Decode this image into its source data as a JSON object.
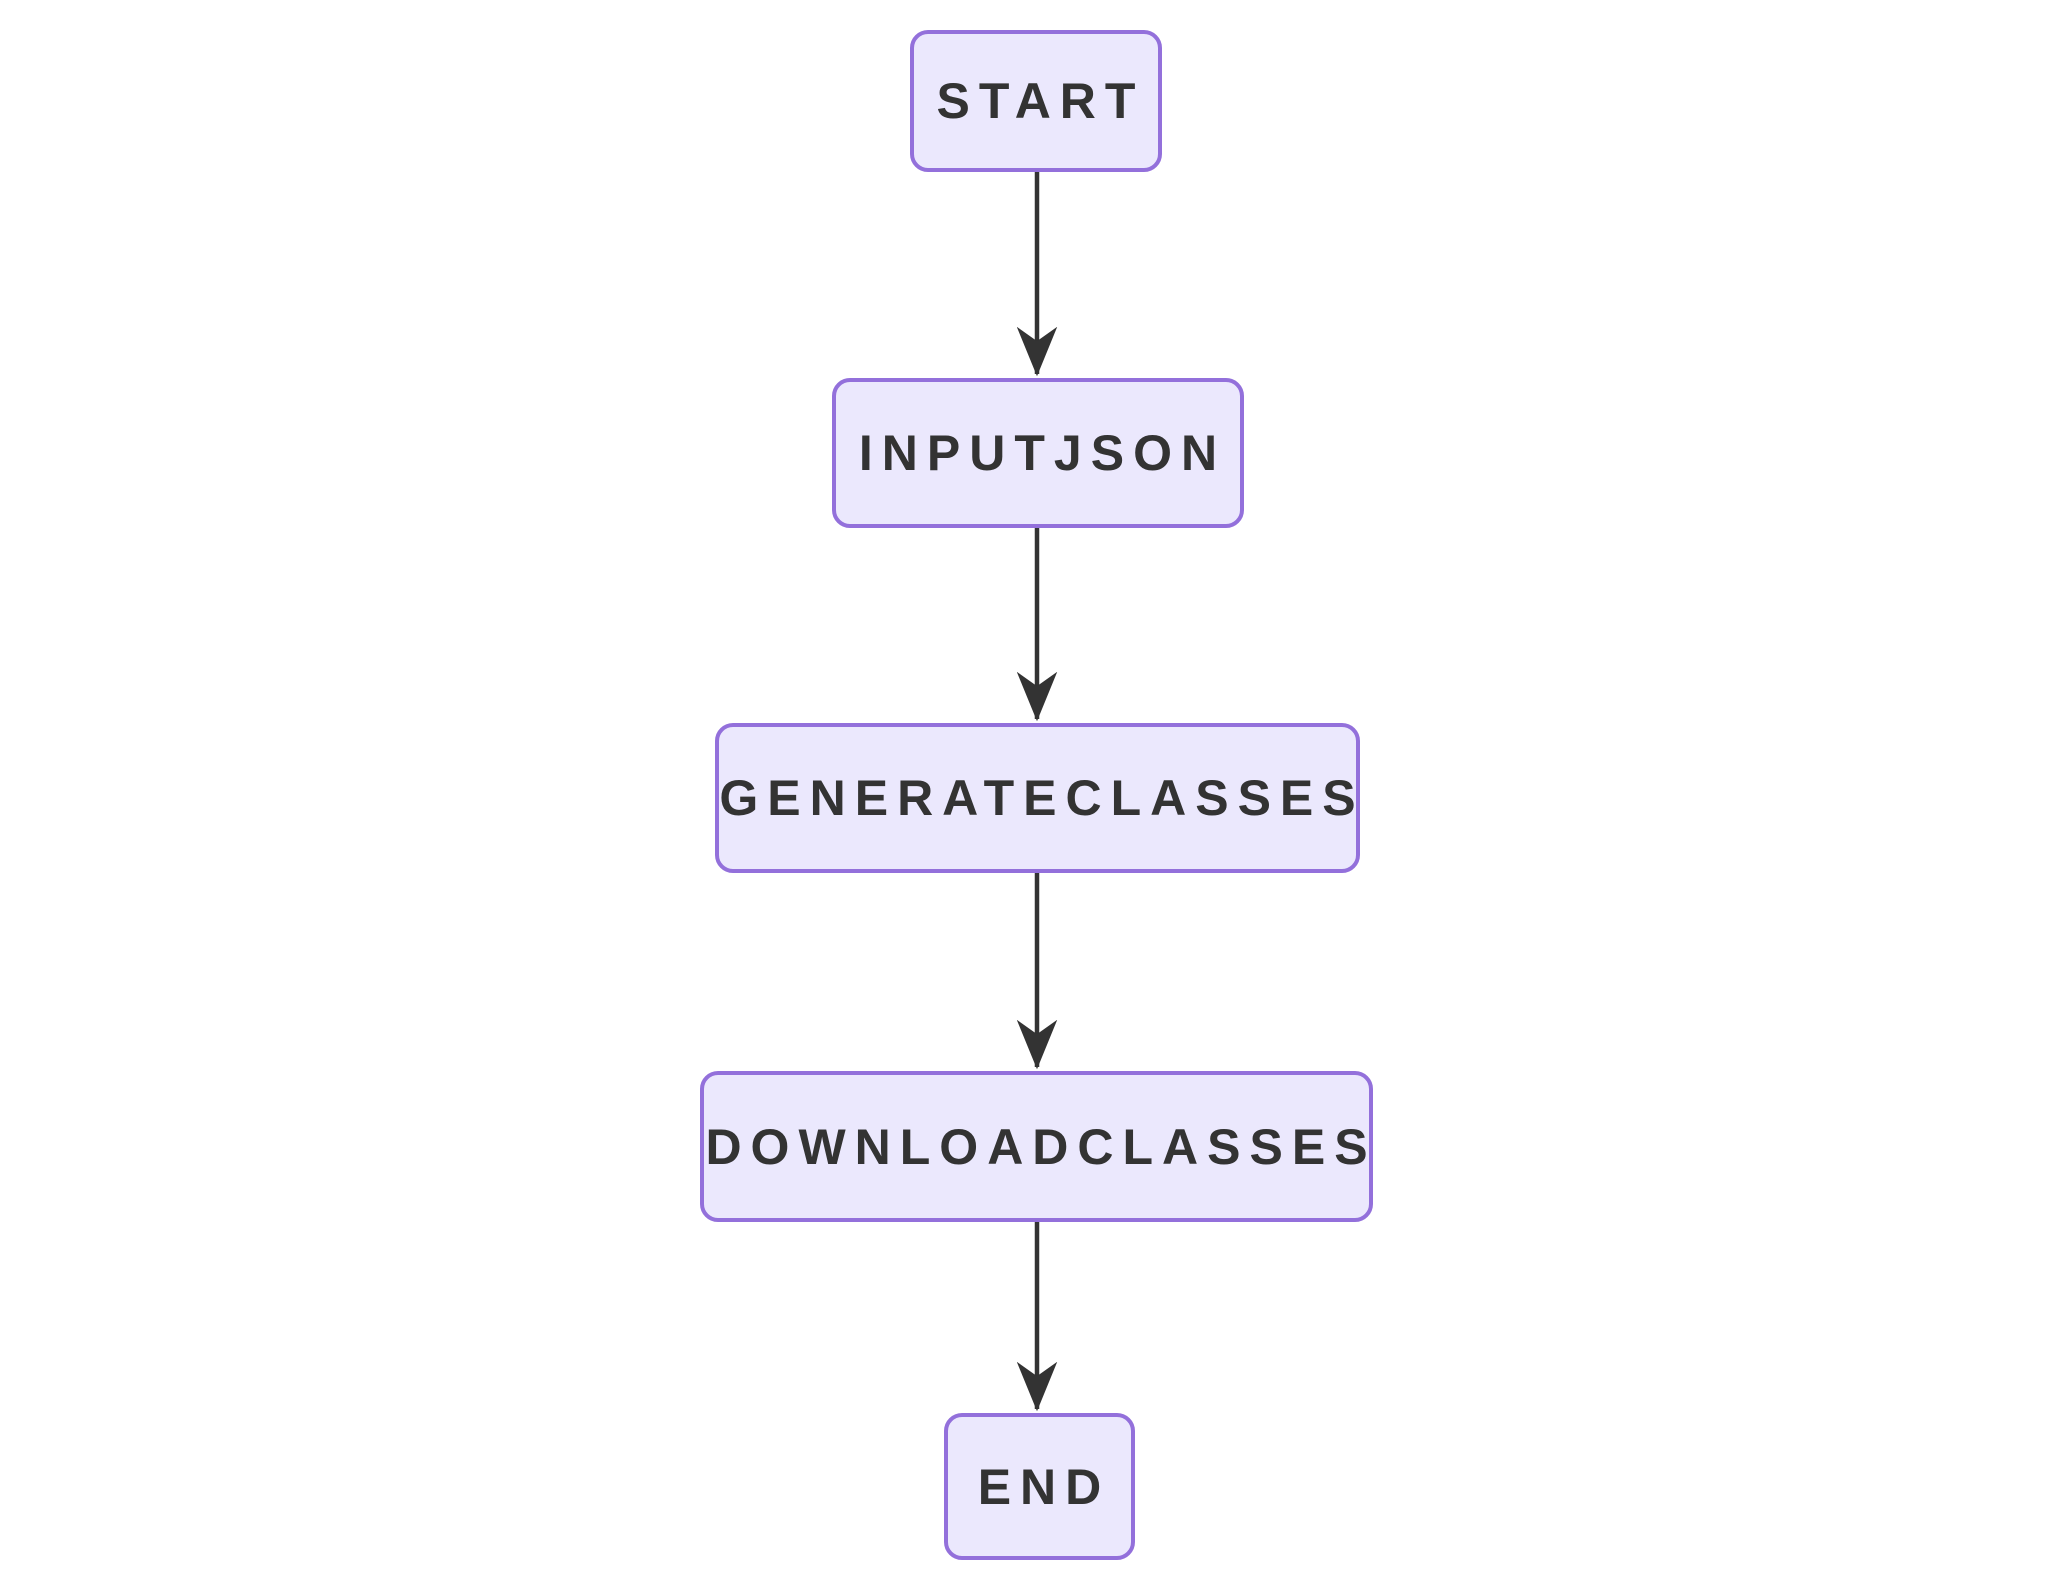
{
  "diagram": {
    "type": "flowchart",
    "direction": "top-to-bottom",
    "background_color": "#ffffff",
    "node_fill_color": "#ebe8fd",
    "node_border_color": "#9370db",
    "node_text_color": "#333333",
    "edge_color": "#333333",
    "nodes": [
      {
        "id": "start",
        "label": "START"
      },
      {
        "id": "inputjson",
        "label": "INPUTJSON"
      },
      {
        "id": "generateclasses",
        "label": "GENERATECLASSES"
      },
      {
        "id": "downloadclasses",
        "label": "DOWNLOADCLASSES"
      },
      {
        "id": "end",
        "label": "END"
      }
    ],
    "edges": [
      {
        "from": "start",
        "to": "inputjson",
        "label": ""
      },
      {
        "from": "inputjson",
        "to": "generateclasses",
        "label": ""
      },
      {
        "from": "generateclasses",
        "to": "downloadclasses",
        "label": ""
      },
      {
        "from": "downloadclasses",
        "to": "end",
        "label": ""
      }
    ]
  }
}
